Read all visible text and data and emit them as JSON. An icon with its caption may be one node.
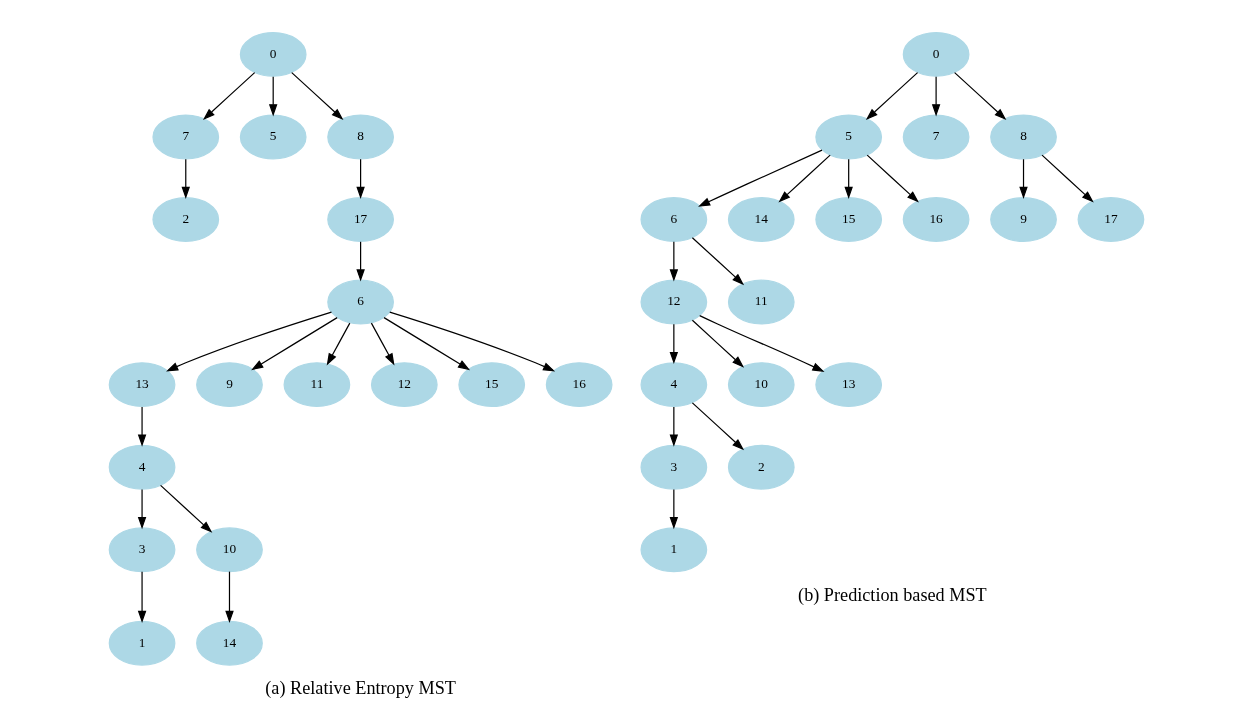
{
  "diagram": {
    "nodes": [
      {
        "text": [
          "0"
        ]
      },
      {
        "text": [
          "7"
        ]
      },
      {
        "text": [
          "5"
        ]
      },
      {
        "text": [
          "8"
        ]
      },
      {
        "text": [
          "2"
        ]
      },
      {
        "text": [
          "17"
        ]
      },
      {
        "text": [
          "6"
        ]
      },
      {
        "text": [
          "13"
        ]
      },
      {
        "text": [
          "9"
        ]
      },
      {
        "text": [
          "11"
        ]
      },
      {
        "text": [
          "12"
        ]
      },
      {
        "text": [
          "15"
        ]
      },
      {
        "text": [
          "16"
        ]
      },
      {
        "text": [
          "4"
        ]
      },
      {
        "text": [
          "3"
        ]
      },
      {
        "text": [
          "10"
        ]
      },
      {
        "text": [
          "1"
        ]
      },
      {
        "text": [
          "14"
        ]
      },
      {
        "text": [
          "0"
        ]
      },
      {
        "text": [
          "5"
        ]
      },
      {
        "text": [
          "7"
        ]
      },
      {
        "text": [
          "8"
        ]
      },
      {
        "text": [
          "6"
        ]
      },
      {
        "text": [
          "14"
        ]
      },
      {
        "text": [
          "15"
        ]
      },
      {
        "text": [
          "16"
        ]
      },
      {
        "text": [
          "9"
        ]
      },
      {
        "text": [
          "17"
        ]
      },
      {
        "text": [
          "12"
        ]
      },
      {
        "text": [
          "11"
        ]
      },
      {
        "text": [
          "4"
        ]
      },
      {
        "text": [
          "10"
        ]
      },
      {
        "text": [
          "13"
        ]
      },
      {
        "text": [
          "3"
        ]
      },
      {
        "text": [
          "2"
        ]
      },
      {
        "text": [
          "1"
        ]
      }
    ],
    "edges": [
      {
        "from": 0,
        "to": 1,
        "arrow": "to"
      },
      {
        "from": 0,
        "to": 2,
        "arrow": "to"
      },
      {
        "from": 0,
        "to": 3,
        "arrow": "to"
      },
      {
        "from": 1,
        "to": 4,
        "arrow": "to"
      },
      {
        "from": 3,
        "to": 5,
        "arrow": "to"
      },
      {
        "from": 5,
        "to": 6,
        "arrow": "to"
      },
      {
        "from": 6,
        "to": 7,
        "arrow": "to"
      },
      {
        "from": 6,
        "to": 8,
        "arrow": "to"
      },
      {
        "from": 6,
        "to": 9,
        "arrow": "to"
      },
      {
        "from": 6,
        "to": 10,
        "arrow": "to"
      },
      {
        "from": 6,
        "to": 11,
        "arrow": "to"
      },
      {
        "from": 6,
        "to": 12,
        "arrow": "to"
      },
      {
        "from": 7,
        "to": 13,
        "arrow": "to"
      },
      {
        "from": 13,
        "to": 14,
        "arrow": "to"
      },
      {
        "from": 13,
        "to": 15,
        "arrow": "to"
      },
      {
        "from": 14,
        "to": 16,
        "arrow": "to"
      },
      {
        "from": 15,
        "to": 17,
        "arrow": "to"
      },
      {
        "from": 18,
        "to": 19,
        "arrow": "to"
      },
      {
        "from": 18,
        "to": 20,
        "arrow": "to"
      },
      {
        "from": 18,
        "to": 21,
        "arrow": "to"
      },
      {
        "from": 19,
        "to": 22,
        "arrow": "to"
      },
      {
        "from": 19,
        "to": 23,
        "arrow": "to"
      },
      {
        "from": 19,
        "to": 24,
        "arrow": "to"
      },
      {
        "from": 19,
        "to": 25,
        "arrow": "to"
      },
      {
        "from": 21,
        "to": 26,
        "arrow": "to"
      },
      {
        "from": 21,
        "to": 27,
        "arrow": "to"
      },
      {
        "from": 22,
        "to": 28,
        "arrow": "to"
      },
      {
        "from": 22,
        "to": 29,
        "arrow": "to"
      },
      {
        "from": 28,
        "to": 30,
        "arrow": "to"
      },
      {
        "from": 28,
        "to": 31,
        "arrow": "to"
      },
      {
        "from": 28,
        "to": 32,
        "arrow": "to"
      },
      {
        "from": 30,
        "to": 33,
        "arrow": "to"
      },
      {
        "from": 30,
        "to": 34,
        "arrow": "to"
      },
      {
        "from": 33,
        "to": 35,
        "arrow": "to"
      }
    ],
    "labels": [
      "(a) Relative Entropy MST",
      "(b) Prediction based MST"
    ]
  }
}
